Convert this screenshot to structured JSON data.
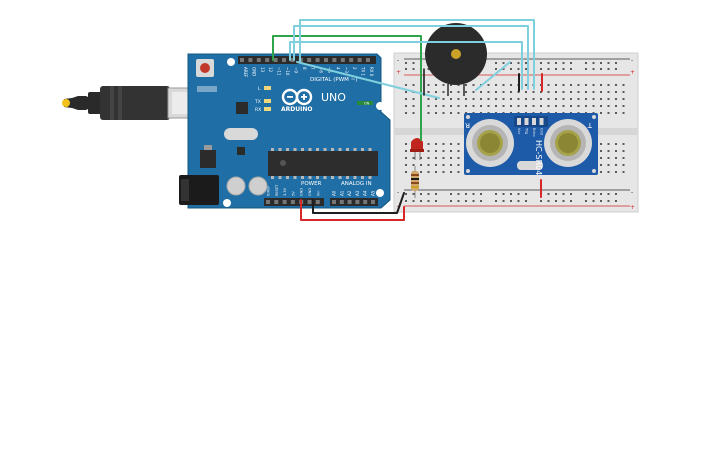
{
  "arduino": {
    "brand": "ARDUINO",
    "model": "UNO",
    "digital_label": "DIGITAL (PWM ~)",
    "power_label": "POWER",
    "analog_label": "ANALOG IN",
    "on_label": "ON",
    "led_labels": [
      "L",
      "TX",
      "RX"
    ],
    "top_pins": [
      "AREF",
      "GND",
      "13",
      "12",
      "~11",
      "~10",
      "~9",
      "8",
      "7",
      "~6",
      "~5",
      "4",
      "~3",
      "2",
      "TX 1",
      "RX 0"
    ],
    "power_pins": [
      "IOREF",
      "RESET",
      "3.3V",
      "5V",
      "GND",
      "GND",
      "Vin"
    ],
    "analog_pins": [
      "A0",
      "A1",
      "A2",
      "A3",
      "A4",
      "A5"
    ]
  },
  "sensor": {
    "model": "HC-SR04",
    "pins": [
      "Vcc",
      "Trig",
      "Echo",
      "Gnd"
    ],
    "left_mark": "R",
    "right_mark": "T"
  },
  "breadboard": {
    "rail_minus": "-",
    "rail_plus": "+"
  },
  "colors": {
    "board": "#1f6ea6",
    "breadboard": "#e6e6e6",
    "wire_green": "#2fa44a",
    "wire_cyan": "#7fd0df",
    "wire_red": "#d62828",
    "wire_black": "#1e1e1e",
    "rail_red": "#d62828",
    "sensor": "#1d5aa8",
    "buzzer": "#2b2b2b",
    "led": "#c0261d"
  },
  "icons": [
    "usb-cable-icon",
    "buzzer-icon",
    "led-icon",
    "resistor-icon",
    "ultrasonic-sensor-icon"
  ]
}
